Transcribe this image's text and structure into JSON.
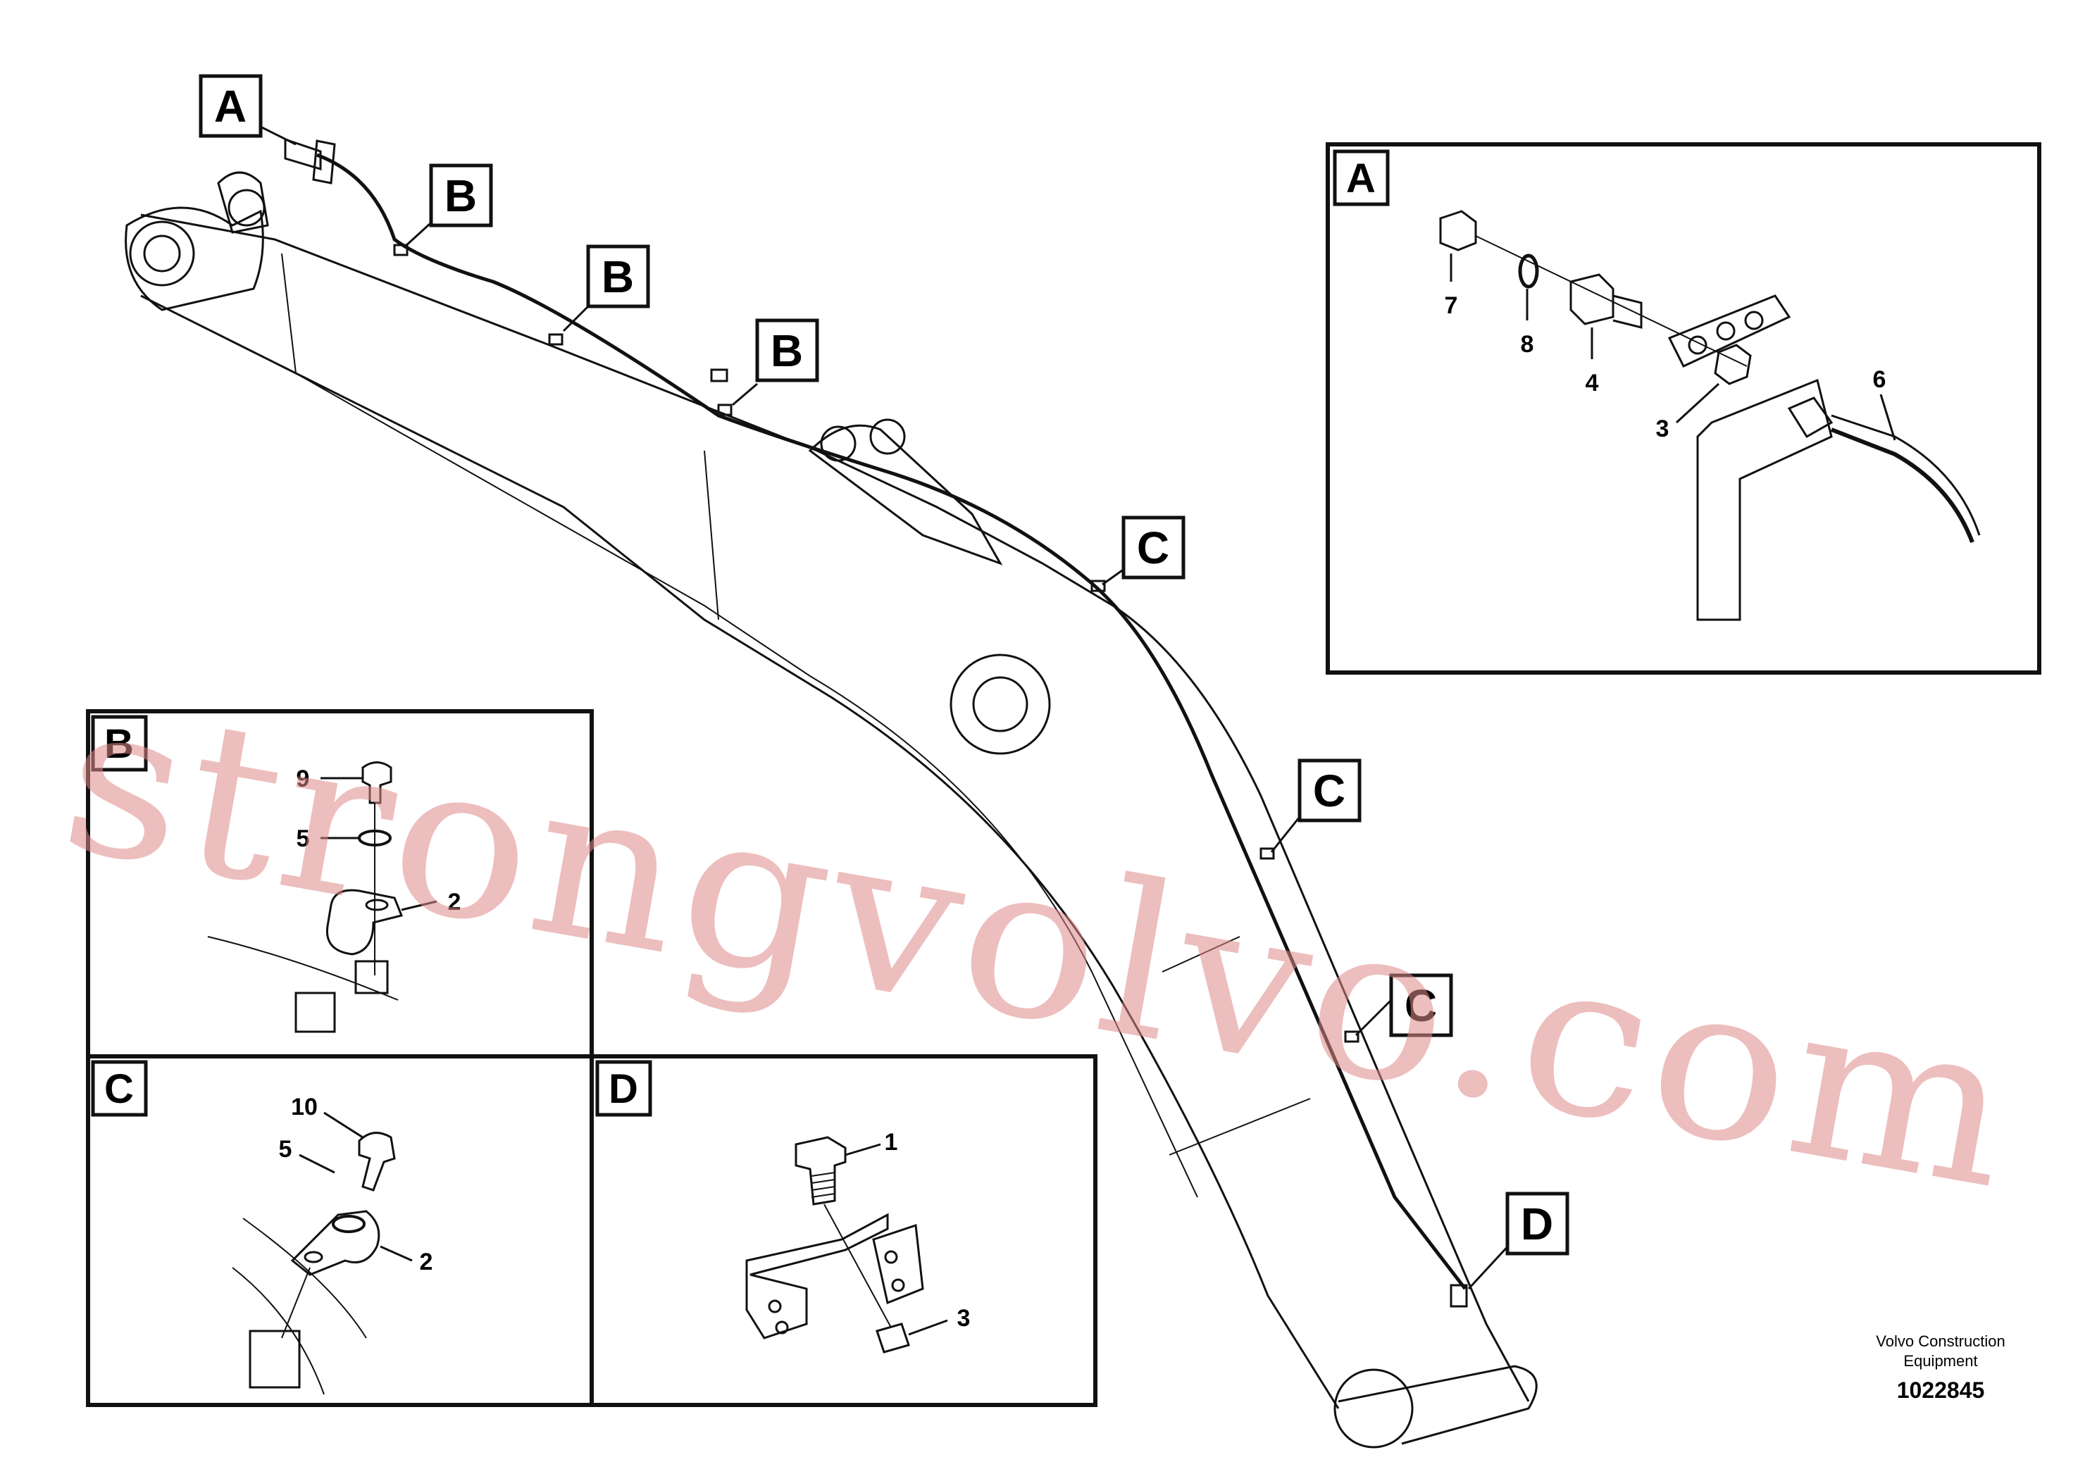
{
  "callouts": {
    "a": "A",
    "b": "B",
    "c": "C",
    "d": "D"
  },
  "detail_a": {
    "title": "A",
    "parts": [
      "7",
      "8",
      "4",
      "3",
      "6"
    ]
  },
  "detail_b": {
    "title": "B",
    "parts": [
      "9",
      "5",
      "2"
    ]
  },
  "detail_c": {
    "title": "C",
    "parts": [
      "10",
      "5",
      "2"
    ]
  },
  "detail_d": {
    "title": "D",
    "parts": [
      "1",
      "3"
    ]
  },
  "footer": {
    "brand_line1": "Volvo Construction",
    "brand_line2": "Equipment",
    "drawing_number": "1022845"
  },
  "watermark": "strongvolvo.com"
}
